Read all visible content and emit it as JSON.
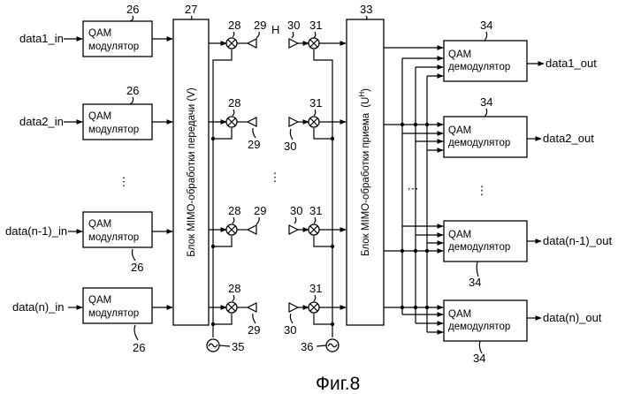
{
  "figure": {
    "caption": "Фиг.8",
    "inputs": [
      "data1_in",
      "data2_in",
      "data(n-1)_in",
      "data(n)_in"
    ],
    "outputs": [
      "data1_out",
      "data2_out",
      "data(n-1)_out",
      "data(n)_out"
    ],
    "qam_mod": {
      "line1": "QAM",
      "line2": "модулятор"
    },
    "qam_demod": {
      "line1": "QAM",
      "line2": "демодулятор"
    },
    "tx_block": "Блок MIMO-обработки передачи (V)",
    "rx_block_text": "Блок MIMO-обработки приема",
    "rx_block_sym": "(U",
    "rx_block_sup": "H",
    "rx_block_end": ")",
    "channel_label": "H",
    "ellipsis": "⋮",
    "hellipsis": "⋯",
    "refs": {
      "r26": "26",
      "r27": "27",
      "r28": "28",
      "r29": "29",
      "r30": "30",
      "r31": "31",
      "r33": "33",
      "r34": "34",
      "r35": "35",
      "r36": "36"
    }
  }
}
